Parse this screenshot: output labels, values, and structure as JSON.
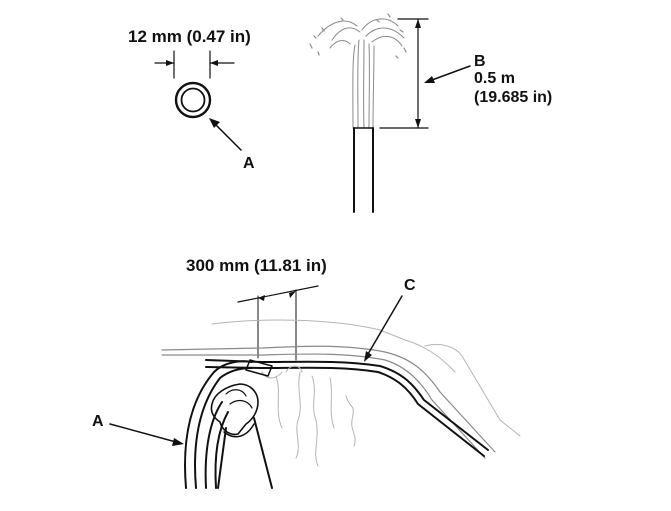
{
  "hose_section": {
    "diameter_label": "12 mm (0.47 in)",
    "callout": "A"
  },
  "water_column": {
    "callout": "B",
    "height_metric": "0.5 m",
    "height_imperial": "(19.685 in)"
  },
  "car_test": {
    "distance_label": "300 mm (11.81 in)",
    "hose_callout": "A",
    "seal_callout": "C"
  },
  "colors": {
    "ink": "#111111",
    "faint": "#8a8a8a",
    "background": "#ffffff"
  }
}
